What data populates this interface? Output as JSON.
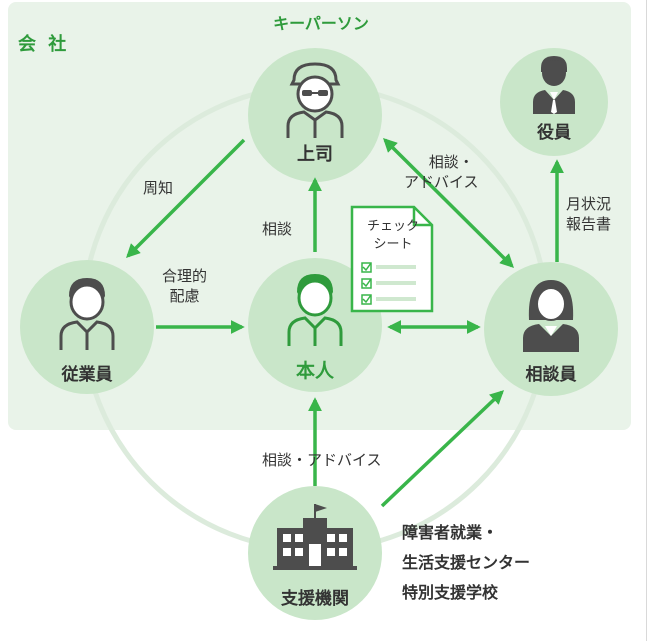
{
  "company": {
    "label": "会 社"
  },
  "keyperson": {
    "label": "キーパーソン"
  },
  "nodes": {
    "boss": "上司",
    "yakuin": "役員",
    "employees": "従業員",
    "honnin": "本人",
    "consultant": "相談員",
    "support": "支援機関"
  },
  "edges": {
    "shuchi": "周知",
    "hairyo": [
      "合理的",
      "配慮"
    ],
    "soudan": "相談",
    "soudan_advice_top": [
      "相談・",
      "アドバイス"
    ],
    "monthly_report": [
      "月状況",
      "報告書"
    ],
    "soudan_advice_bottom": "相談・アドバイス"
  },
  "checksheet": {
    "title": [
      "チェック",
      "シート"
    ]
  },
  "support_orgs": [
    "障害者就業・",
    "生活支援センター",
    "特別支援学校"
  ],
  "colors": {
    "accent": "#2f9b3c",
    "arrow": "#39b54a",
    "node_fill": "#c9e6c9",
    "company_bg": "#e9f3e9",
    "ring": "#dcebdc",
    "icon_dark": "#4d4d4d"
  }
}
